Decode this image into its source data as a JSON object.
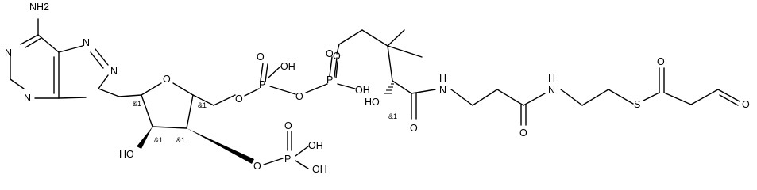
{
  "atoms": {
    "nh2": "NH2",
    "n_n1": "N",
    "n_n3": "N",
    "n_n7": "N",
    "n_n9": "N",
    "o_ring": "O",
    "o_2p": "HO",
    "o_3p": "O",
    "p_3p": "P",
    "o_3p_dbl": "O",
    "oh_3p_a": "OH",
    "oh_3p_b": "OH",
    "o_5p": "O",
    "p_a": "P",
    "o_pa_dbl": "O",
    "oh_pa": "OH",
    "o_bridge": "O",
    "p_b": "P",
    "o_pb_dbl": "O",
    "oh_pb": "OH",
    "o_pan": "O",
    "oh_pan": "HO",
    "o_amide1": "O",
    "nh_1": "H\nN",
    "o_amide2": "O",
    "nh_2": "H\nN",
    "s_thio": "S",
    "o_thio": "O",
    "o_ald": "O"
  },
  "stereo_labels": {
    "c1p": "&1",
    "c4p": "&1",
    "c2p": "&1",
    "c3p": "&1",
    "c_pan": "&1"
  }
}
